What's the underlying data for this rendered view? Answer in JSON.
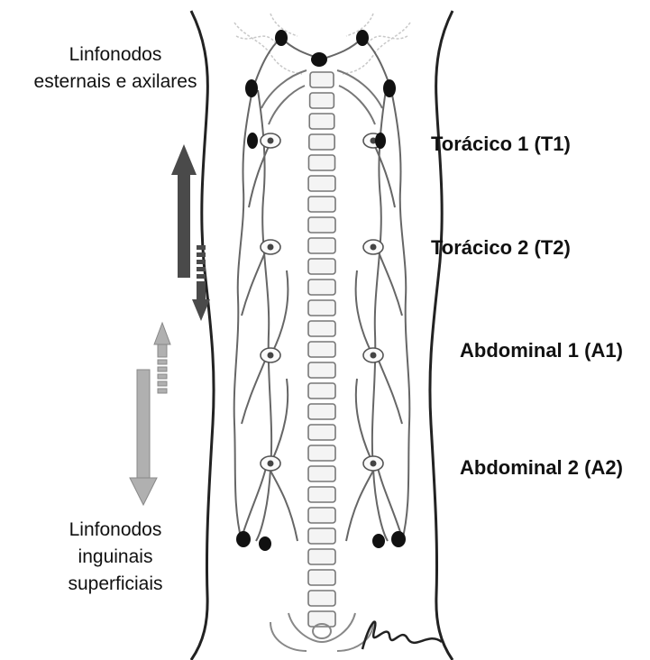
{
  "labels": {
    "axillary_nodes": [
      "Linfonodos",
      "esternais e axilares"
    ],
    "inguinal_nodes": [
      "Linfonodos",
      "inguinais",
      "superficiais"
    ],
    "regions": {
      "t1": "Torácico 1 (T1)",
      "t2": "Torácico 2 (T2)",
      "a1": "Abdominal 1 (A1)",
      "a2": "Abdominal 2 (A2)"
    }
  },
  "colors": {
    "line": "#555555",
    "node": "#111111",
    "arrow_dark": "#4a4a4a",
    "arrow_light": "#b0b0b0"
  },
  "icons": {
    "arrow_up_dark": "arrow-up-icon",
    "arrow_down_dark_dashed": "arrow-down-icon",
    "arrow_up_light_dashed": "arrow-up-icon",
    "arrow_down_light": "arrow-down-icon"
  }
}
